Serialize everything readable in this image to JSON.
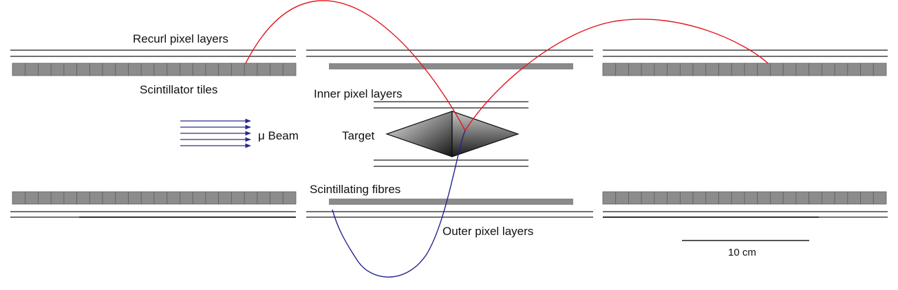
{
  "labels": {
    "recurl_pixel_layers": "Recurl pixel layers",
    "scintillator_tiles": "Scintillator tiles",
    "inner_pixel_layers": "Inner pixel layers",
    "mu_beam": "μ Beam",
    "target": "Target",
    "scintillating_fibres": "Scintillating fibres",
    "outer_pixel_layers": "Outer pixel layers",
    "scale_bar": "10 cm"
  },
  "colors": {
    "red_track": "#e3141b",
    "blue_track": "#23238f",
    "beam": "#2a2a8a",
    "tile_fill": "#8c8c8c",
    "tile_grid": "#5e5e5e",
    "fibre": "#8a8a8a",
    "line": "#1a1a1a"
  },
  "icons": {
    "beam": "arrow-bundle-icon",
    "target": "double-cone-target-icon"
  }
}
